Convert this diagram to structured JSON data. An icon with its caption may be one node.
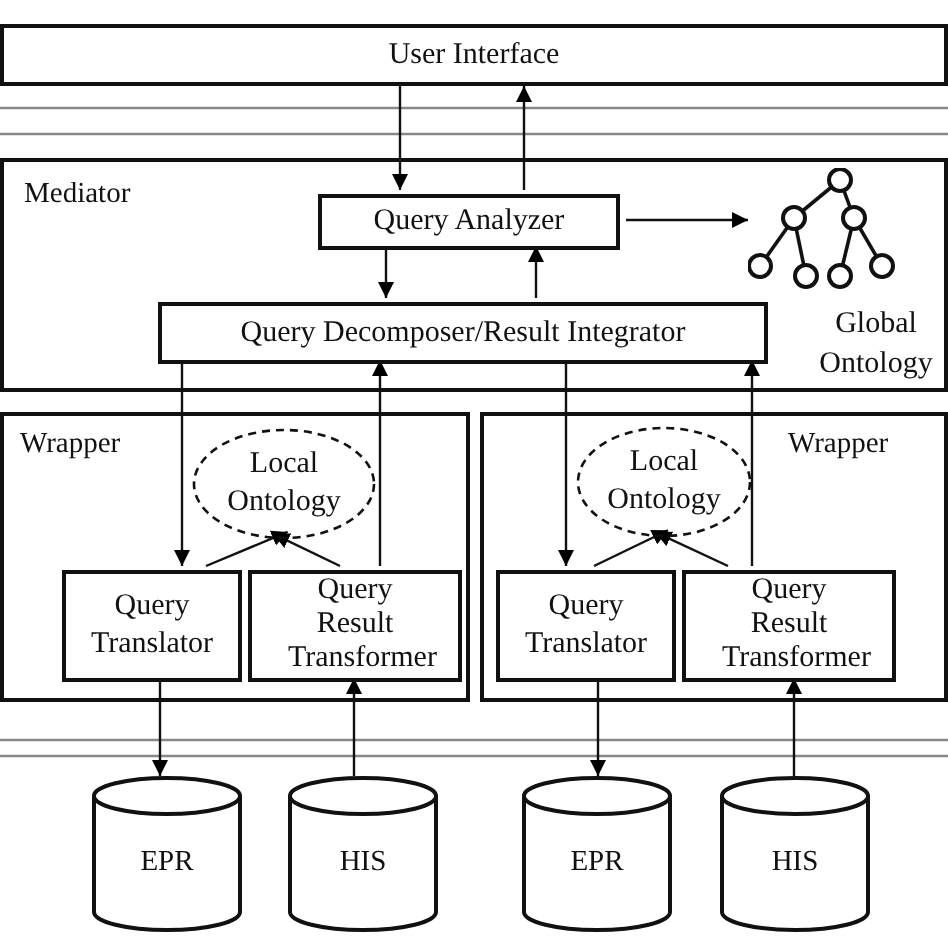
{
  "diagram": {
    "nodes": [
      {
        "text": [
          "User Interface"
        ]
      },
      {
        "text": [
          "Mediator"
        ]
      },
      {
        "text": [
          "Query Analyzer"
        ],
        "in": 1
      },
      {
        "text": [
          "Query Decomposer/Result Integrator"
        ],
        "in": 1
      },
      {
        "text": [
          "Global Ontology"
        ],
        "in": 1
      },
      {
        "text": [
          "Wrapper"
        ]
      },
      {
        "text": [
          "Local Ontology"
        ],
        "in": 5
      },
      {
        "text": [
          "Query Translator"
        ],
        "in": 5
      },
      {
        "text": [
          "Query Result Transformer"
        ],
        "in": 5
      },
      {
        "text": [
          "Wrapper"
        ]
      },
      {
        "text": [
          "Local Ontology"
        ],
        "in": 9
      },
      {
        "text": [
          "Query Translator"
        ],
        "in": 9
      },
      {
        "text": [
          "Query Result Transformer"
        ],
        "in": 9
      },
      {
        "text": [
          "EPR"
        ]
      },
      {
        "text": [
          "HIS"
        ]
      },
      {
        "text": [
          "EPR"
        ]
      },
      {
        "text": [
          "HIS"
        ]
      }
    ],
    "edges": [
      {
        "from": 0,
        "to": 2,
        "arrow": "to"
      },
      {
        "from": 2,
        "to": 0,
        "arrow": "to"
      },
      {
        "from": 2,
        "to": 3,
        "arrow": "to"
      },
      {
        "from": 3,
        "to": 2,
        "arrow": "to"
      },
      {
        "from": 2,
        "to": 4,
        "arrow": "to"
      },
      {
        "from": 3,
        "to": 7,
        "arrow": "to"
      },
      {
        "from": 8,
        "to": 3,
        "arrow": "to"
      },
      {
        "from": 3,
        "to": 11,
        "arrow": "to"
      },
      {
        "from": 12,
        "to": 3,
        "arrow": "to"
      },
      {
        "from": 7,
        "to": 6,
        "arrow": "to"
      },
      {
        "from": 8,
        "to": 6,
        "arrow": "to"
      },
      {
        "from": 11,
        "to": 10,
        "arrow": "to"
      },
      {
        "from": 12,
        "to": 10,
        "arrow": "to"
      },
      {
        "from": 7,
        "to": 13,
        "arrow": "to"
      },
      {
        "from": 14,
        "to": 8,
        "arrow": "to"
      },
      {
        "from": 11,
        "to": 15,
        "arrow": "to"
      },
      {
        "from": 16,
        "to": 12,
        "arrow": "to"
      }
    ]
  }
}
